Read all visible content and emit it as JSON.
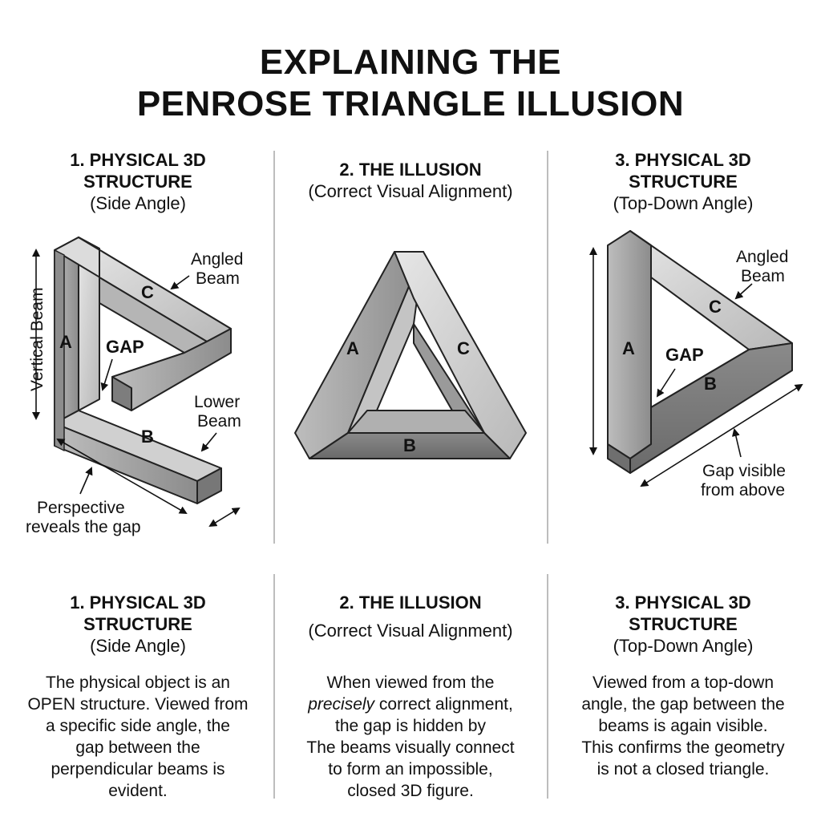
{
  "title": {
    "line1": "EXPLAINING THE",
    "line2": "PENROSE TRIANGLE ILLUSION"
  },
  "panels": [
    {
      "heading_line1": "1. PHYSICAL 3D",
      "heading_line2": "STRUCTURE",
      "subheading": "(Side Angle)",
      "labels": {
        "a": "A",
        "b": "B",
        "c": "C",
        "gap": "GAP",
        "angled_beam_1": "Angled",
        "angled_beam_2": "Beam",
        "vertical_beam": "Vertical Beam",
        "lower_beam_1": "Lower",
        "lower_beam_2": "Beam",
        "perspective_1": "Perspective",
        "perspective_2": "reveals the gap"
      }
    },
    {
      "heading_line1": "2. THE ILLUSION",
      "subheading": "(Correct Visual Alignment)",
      "labels": {
        "a": "A",
        "b": "B",
        "c": "C"
      }
    },
    {
      "heading_line1": "3. PHYSICAL 3D",
      "heading_line2": "STRUCTURE",
      "subheading": "(Top-Down Angle)",
      "labels": {
        "a": "A",
        "b": "B",
        "c": "C",
        "gap": "GAP",
        "angled_beam_1": "Angled",
        "angled_beam_2": "Beam",
        "gap_visible_1": "Gap visible",
        "gap_visible_2": "from above"
      }
    }
  ],
  "descriptions": [
    {
      "heading_line1": "1. PHYSICAL 3D",
      "heading_line2": "STRUCTURE",
      "subheading": "(Side Angle)",
      "lines": [
        "The physical object is an",
        "OPEN structure. Viewed from",
        "a specific side angle, the",
        "gap between the",
        "perpendicular beams is",
        "evident."
      ]
    },
    {
      "heading_line1": "2. THE ILLUSION",
      "subheading": "(Correct Visual Alignment)",
      "line1": "When viewed from the",
      "line2_em": "precisely",
      "line2_rest": " correct alignment,",
      "lines": [
        "the gap is hidden by",
        "The beams visually connect",
        "to form an impossible,",
        "closed 3D figure."
      ]
    },
    {
      "heading_line1": "3. PHYSICAL 3D",
      "heading_line2": "STRUCTURE",
      "subheading": "(Top-Down Angle)",
      "lines": [
        "Viewed from a top-down",
        "angle, the gap between the",
        "beams is again visible.",
        "This confirms the geometry",
        "is not a closed triangle."
      ]
    }
  ],
  "colors": {
    "beam_light": "#d4d4d4",
    "beam_mid": "#a8a8a8",
    "beam_dark": "#777777",
    "divider": "#bdbdbd"
  }
}
